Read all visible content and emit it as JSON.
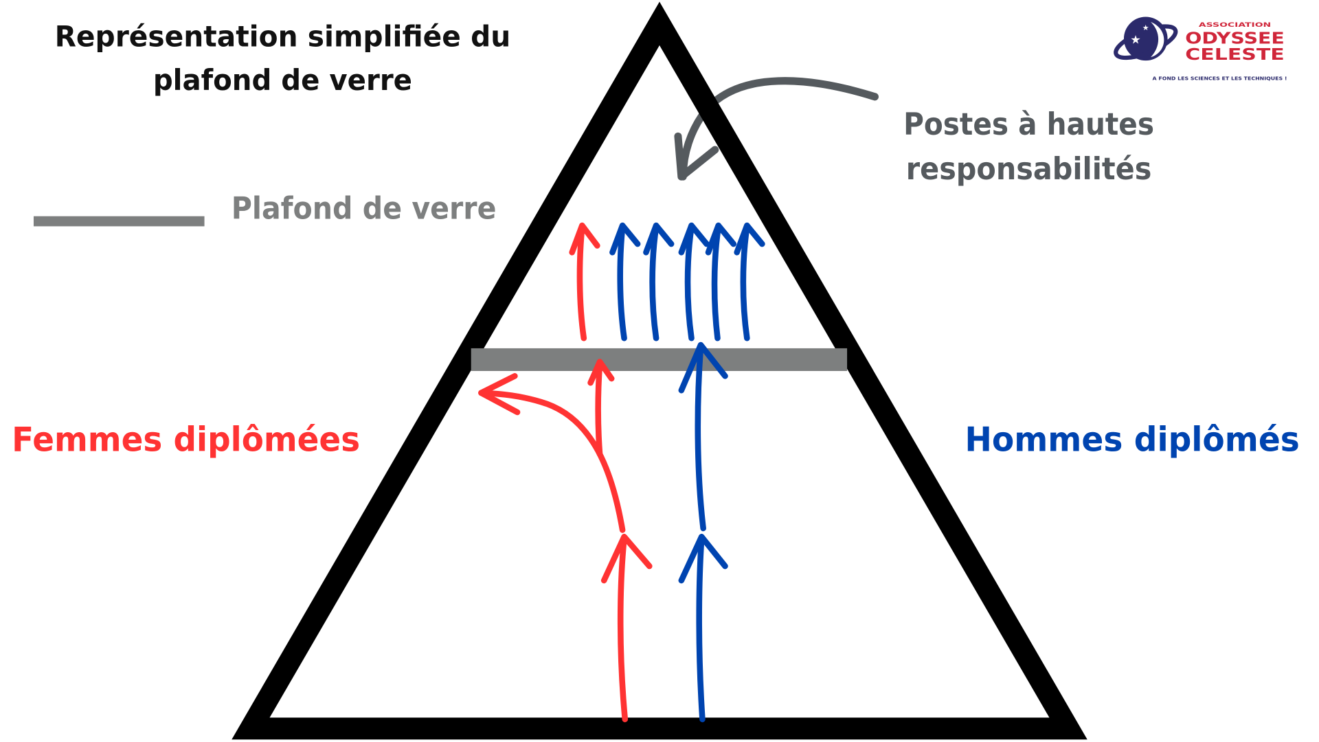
{
  "title_lines": [
    "Représentation simplifiée du",
    "plafond de verre"
  ],
  "legend": {
    "label": "Plafond de verre"
  },
  "top_label_lines": [
    "Postes à hautes",
    "responsabilités"
  ],
  "left_label": "Femmes diplômées",
  "right_label": "Hommes diplômés",
  "logo": {
    "association": "ASSOCIATION",
    "name_line1": "ODYSSEE",
    "name_line2": "CELESTE",
    "tagline": "A FOND LES SCIENCES ET LES TECHNIQUES !"
  },
  "colors": {
    "women": "#ff3333",
    "men": "#0044b0",
    "glass": "#7d7f7f",
    "top_label": "#555a5e",
    "logo_navy": "#2b2a6b",
    "logo_red": "#d0263a"
  }
}
